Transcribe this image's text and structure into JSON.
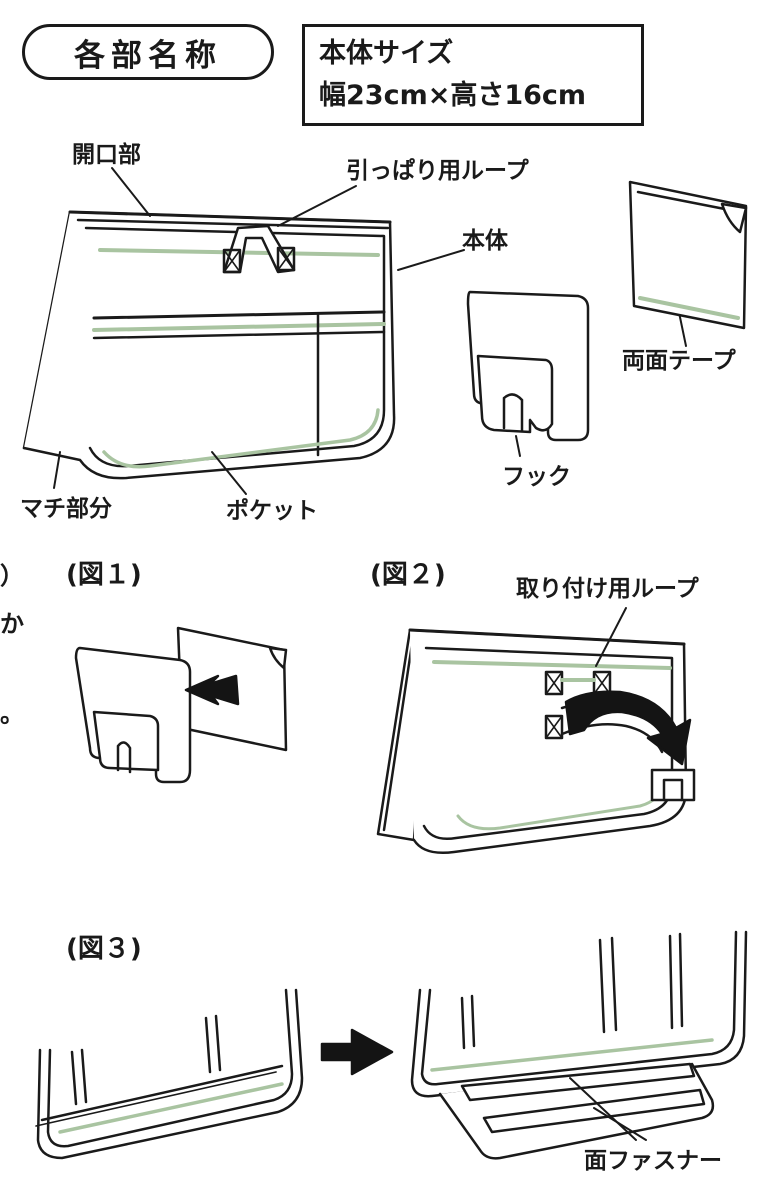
{
  "header": {
    "section_title": "各部名称",
    "size_title": "本体サイズ",
    "size_value": "幅23cm×高さ16cm"
  },
  "parts": {
    "opening": "開口部",
    "pull_loop": "引っぱり用ループ",
    "body": "本体",
    "double_tape": "両面テープ",
    "hook": "フック",
    "gusset": "マチ部分",
    "pocket": "ポケット"
  },
  "figures": {
    "fig1": "(図１)",
    "fig2": "(図２)",
    "fig3": "(図３)",
    "mount_loop": "取り付け用ループ",
    "velcro": "面ファスナー"
  },
  "edge_fragments": {
    "paren": "）",
    "ka": "か",
    "period": "。"
  },
  "colors": {
    "ink": "#1a1a1a",
    "accent_green": "#a9c4a1",
    "arrow_fill": "#141414"
  }
}
